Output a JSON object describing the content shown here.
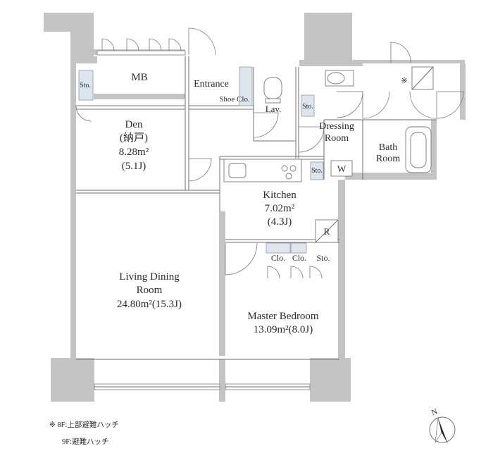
{
  "rooms": {
    "mb": "MB",
    "storage_west": "Sto.",
    "entrance": "Entrance",
    "shoe_closet": "Shoe Clo.",
    "lavatory": "Lav.",
    "storage_hall": "Sto.",
    "dressing_room": [
      "Dressing",
      "Room"
    ],
    "den": {
      "name": "Den",
      "sub": "(納戸)",
      "area": "8.28m²",
      "tatami": "(5.1J)"
    },
    "storage_kitchen": "Sto.",
    "washer": "W",
    "bath_room": [
      "Bath",
      "Room"
    ],
    "kitchen": {
      "name": "Kitchen",
      "area": "7.02m²",
      "tatami": "(4.3J)"
    },
    "refrigerator": "R",
    "closet_1": "Clo.",
    "closet_2": "Clo.",
    "storage_bedroom": "Sto.",
    "living_dining": {
      "name": [
        "Living Dining",
        "Room"
      ],
      "area": "24.80m²(15.3J)"
    },
    "master_bedroom": {
      "name": "Master Bedroom",
      "area": "13.09m²(8.0J)"
    },
    "hatch_mark": "※"
  },
  "notes": {
    "line1": "※ 8F:上部避難ハッチ",
    "line2": "9F:避難ハッチ"
  },
  "compass": {
    "north_label": "N"
  },
  "colors": {
    "wall": "#c4c4c4",
    "fixture_blue": "#dde6ef",
    "text": "#2b2b2b"
  }
}
